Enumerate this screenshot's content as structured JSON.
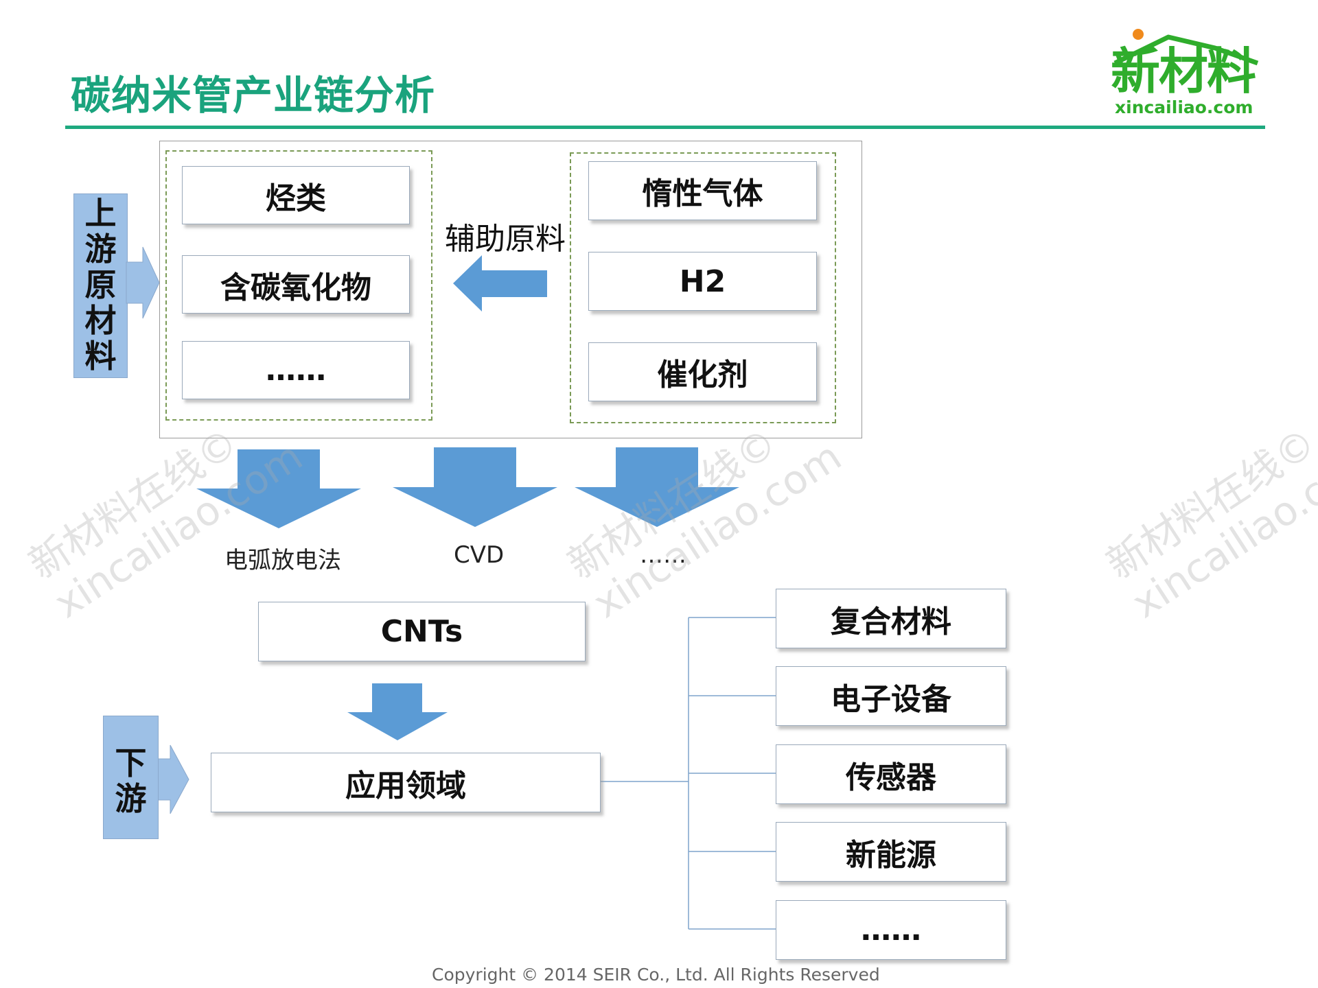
{
  "header": {
    "title": "碳纳米管产业链分析",
    "logo_text": "新材料",
    "logo_url_text": "xincailiao.com"
  },
  "upstream": {
    "side_label": "上游原材料",
    "raw_materials": [
      "烃类",
      "含碳氧化物",
      "……"
    ],
    "auxiliary_label": "辅助原料",
    "auxiliary_materials": [
      "惰性气体",
      "H2",
      "催化剂"
    ]
  },
  "methods": [
    "电弧放电法",
    "CVD",
    "……"
  ],
  "product": "CNTs",
  "downstream": {
    "side_label": "下游",
    "applications_label": "应用领域",
    "applications": [
      "复合材料",
      "电子设备",
      "传感器",
      "新能源",
      "……"
    ]
  },
  "watermark": [
    "新材料在线©",
    "xincailiao.com"
  ],
  "footer": "Copyright © 2014  SEIR Co., Ltd. All Rights Reserved",
  "colors": {
    "title_green": "#1aa37d",
    "arrow_blue": "#5b9bd5",
    "side_blue": "#9dc0e6",
    "logo_green": "#2fad2c"
  }
}
